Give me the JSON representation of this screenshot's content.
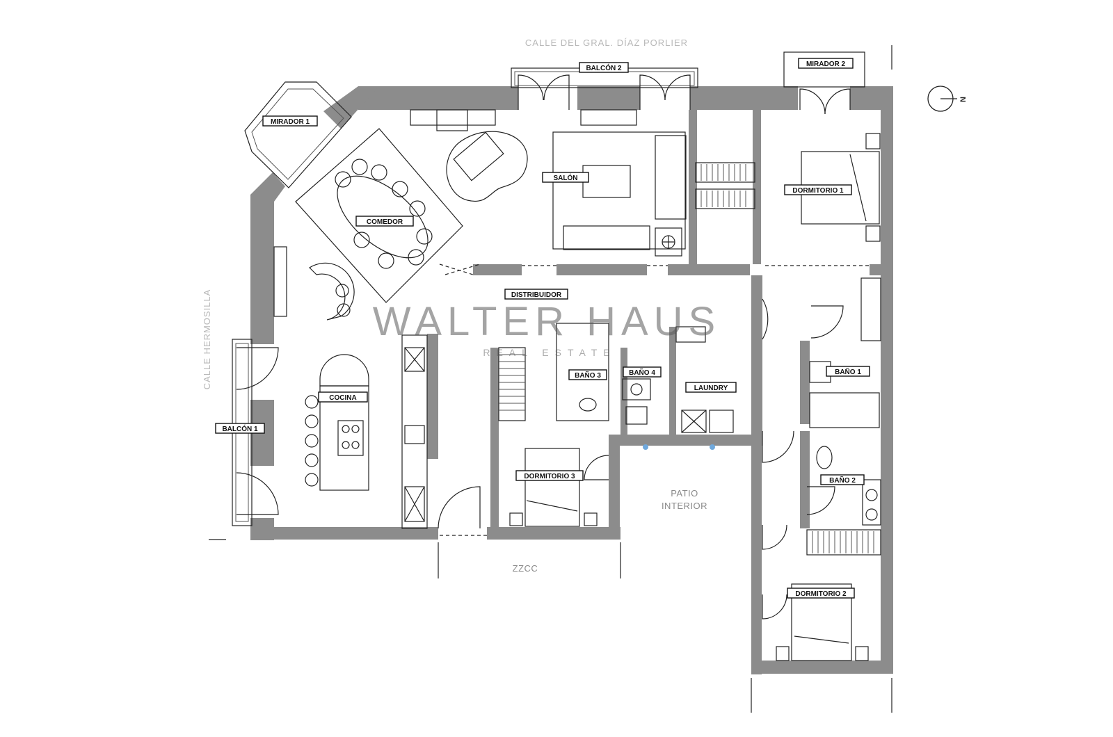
{
  "streets": {
    "top": "CALLE DEL GRAL. DÍAZ PORLIER",
    "left": "CALLE HERMOSILLA"
  },
  "areas": {
    "zzcc": "ZZCC",
    "patio_line1": "PATIO",
    "patio_line2": "INTERIOR"
  },
  "rooms": {
    "mirador1": "MIRADOR 1",
    "balcon2": "BALCÓN 2",
    "mirador2": "MIRADOR 2",
    "salon": "SALÓN",
    "comedor": "COMEDOR",
    "dormitorio1": "DORMITORIO 1",
    "distribuidor": "DISTRIBUIDOR",
    "cocina": "COCINA",
    "balcon1": "BALCÓN 1",
    "bano3": "BAÑO 3",
    "bano4": "BAÑO 4",
    "laundry": "LAUNDRY",
    "bano1": "BAÑO 1",
    "bano2": "BAÑO 2",
    "dormitorio3": "DORMITORIO 3",
    "dormitorio2": "DORMITORIO 2"
  },
  "compass": {
    "label": "N"
  },
  "watermark": {
    "brand": "WALTER HAUS",
    "sub": "REAL ESTATE"
  }
}
